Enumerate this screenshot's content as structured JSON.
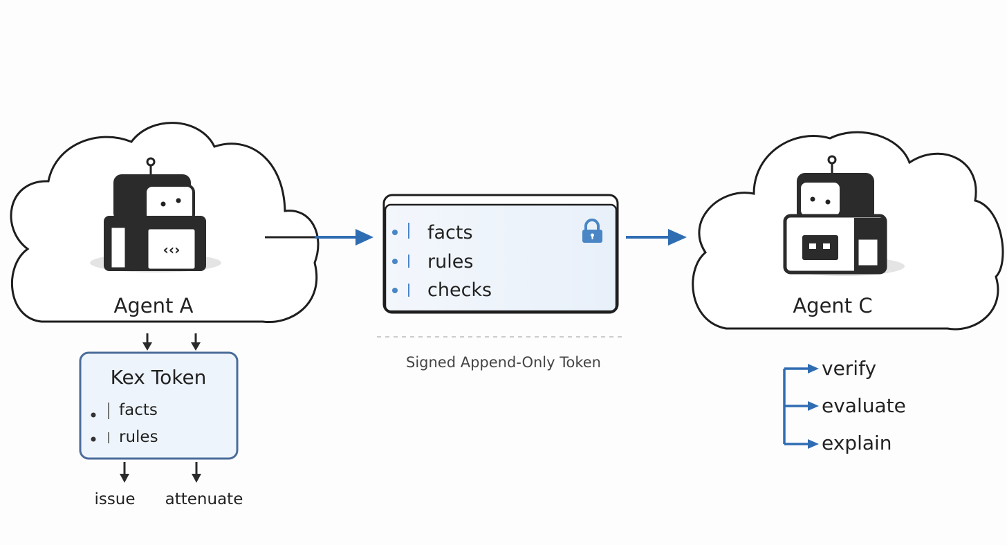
{
  "agent_a": {
    "label": "Agent A",
    "icon": "robot-code-icon"
  },
  "agent_c": {
    "label": "Agent C",
    "icon": "robot-icon"
  },
  "kex_token": {
    "title": "Kex Token",
    "items": [
      "facts",
      "rules"
    ],
    "actions": [
      "issue",
      "attenuate"
    ]
  },
  "signed_token": {
    "items": [
      "facts",
      "rules",
      "checks"
    ],
    "icon": "lock-icon",
    "caption": "Signed Append-Only Token"
  },
  "agent_c_actions": [
    "verify",
    "evaluate",
    "explain"
  ],
  "colors": {
    "accent": "#2f6db3",
    "outline": "#1e1e1e",
    "token_fill": "#eef4fb",
    "kex_border": "#4a6c9b"
  }
}
